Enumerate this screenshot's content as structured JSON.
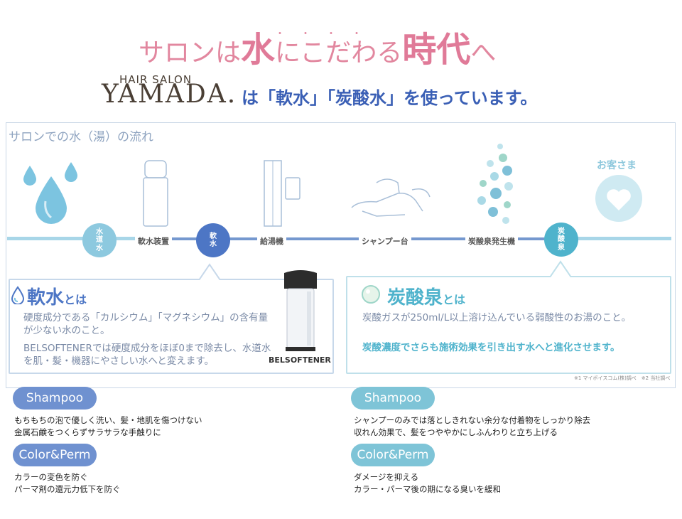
{
  "header": {
    "headline_pre": "サロンは",
    "headline_big1": "水",
    "headline_mid": "にこだわる",
    "headline_big2": "時代",
    "headline_post": "へ",
    "hair_salon": "HAIR SALON",
    "salon_name": "YAMADA.",
    "uses_line": "は「軟水」「炭酸水」を使っています。"
  },
  "flow": {
    "title": "サロンでの水（湯）の流れ",
    "circle_water": "水\n道\n水",
    "circle_soft": "軟\n水",
    "circle_carbonated": "炭\n酸\n泉",
    "label_softener": "軟水装置",
    "label_boiler": "給湯機",
    "label_shampoo_unit": "シャンプー台",
    "label_co2_generator": "炭酸泉発生機",
    "label_customer": "お客さま"
  },
  "soft_water": {
    "title_main": "軟水",
    "title_suffix": "とは",
    "desc1": "硬度成分である「カルシウム」「マグネシウム」の含有量が少ない水のこと。",
    "desc2": "BELSOFTENERでは硬度成分をほぼ0まで除去し、水道水を肌・髪・機器にやさしい水へと変えます。",
    "product_label": "BELSOFTENER"
  },
  "carbonated": {
    "title_main": "炭酸泉",
    "title_suffix": "とは",
    "desc1": "炭酸ガスが250ml/L以上溶け込んでいる弱酸性のお湯のこと。",
    "desc2": "炭酸濃度でさらも施術効果を引き出す水へと進化させます。"
  },
  "footnote": "※1 マイポイスコム(株)調べ　※2 当社調べ",
  "left_column": {
    "shampoo_pill": "Shampoo",
    "shampoo_line1": "もちもちの泡で優しく洗い、髪・地肌を傷つけない",
    "shampoo_line2": "金属石鹸をつくらずサラサラな手触りに",
    "color_pill": "Color&Perm",
    "color_line1": "カラーの変色を防ぐ",
    "color_line2": "パーマ剤の還元力低下を防ぐ"
  },
  "right_column": {
    "shampoo_pill": "Shampoo",
    "shampoo_line1": "シャンプーのみでは落としきれない余分な付着物をしっかり除去",
    "shampoo_line2": "収れん効果で、髪をつややかにしふんわりと立ち上げる",
    "color_pill": "Color&Perm",
    "color_line1": "ダメージを抑える",
    "color_line2": "カラー・パーマ後の期になる臭いを緩和"
  },
  "colors": {
    "headline_pink": "#e07a98",
    "soft_blue": "#4d76c5",
    "carbonated_teal": "#4fb3cc",
    "water_light_blue": "#8dc9df"
  },
  "icons": [
    "water-drops-icon",
    "water-softener-icon",
    "water-heater-icon",
    "shampoo-chair-icon",
    "bubbles-icon",
    "heart-icon",
    "softener-product-image",
    "soft-water-drop-icon",
    "carbonated-bubble-icon"
  ]
}
